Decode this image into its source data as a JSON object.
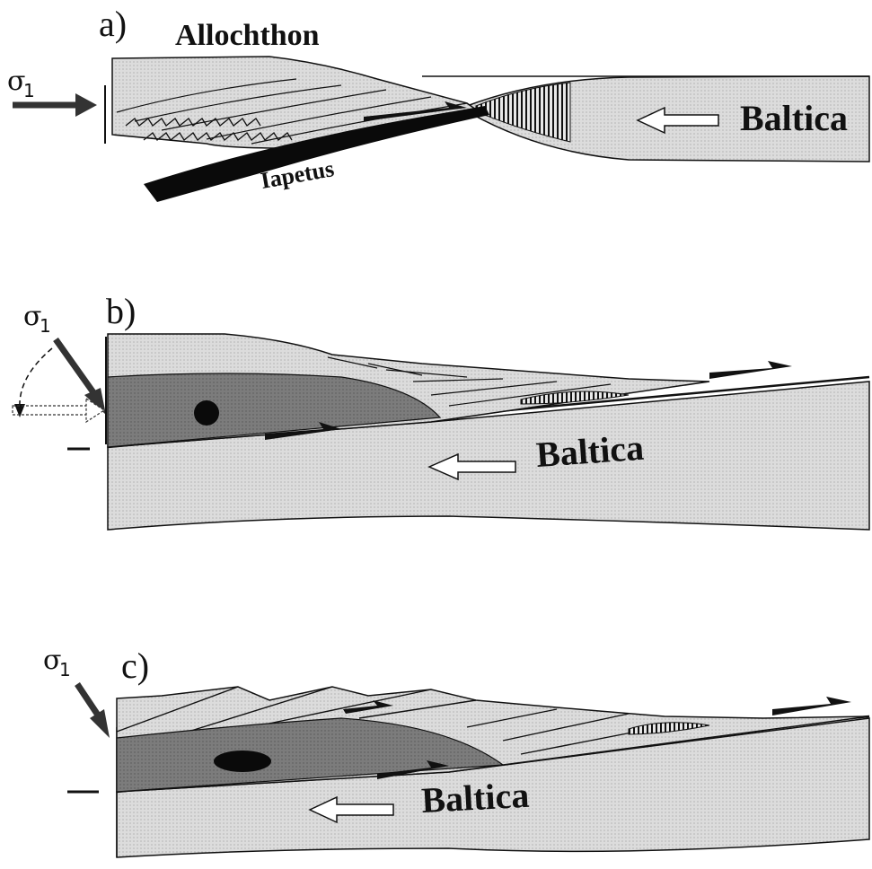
{
  "panels": {
    "a": {
      "label": "a)",
      "title": "Allochthon",
      "plate_label": "Baltica",
      "oceanic_label": "Iapetus",
      "stress": {
        "symbol": "σ",
        "subscript": "1"
      }
    },
    "b": {
      "label": "b)",
      "plate_label": "Baltica",
      "stress": {
        "symbol": "σ",
        "subscript": "1"
      }
    },
    "c": {
      "label": "c)",
      "plate_label": "Baltica",
      "stress": {
        "symbol": "σ",
        "subscript": "1"
      }
    }
  },
  "colors": {
    "light_fill": "#d9d9d9",
    "dark_fill": "#7a7a7a",
    "line": "#111111",
    "slab": "#0a0a0a",
    "background": "#ffffff"
  }
}
